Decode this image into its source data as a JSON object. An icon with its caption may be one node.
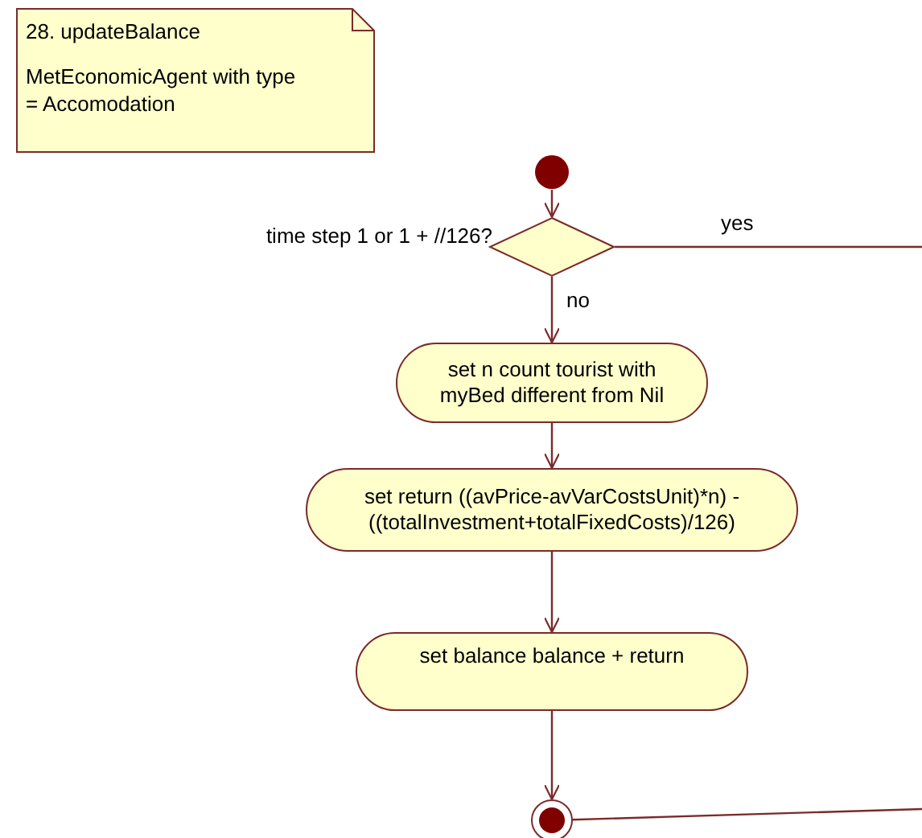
{
  "diagram": {
    "nodes": [
      {
        "text": [
          "28. updateBalance",
          "MetEconomicAgent with type = Accomodation"
        ]
      },
      {
        "text": [],
        "shape": "circle"
      },
      {
        "text": [],
        "shape": "diamond",
        "beside": [
          "time step 1 or 1 + //126?"
        ]
      },
      {
        "text": [
          "set n count tourist with myBed different from Nil"
        ]
      },
      {
        "text": [
          "set return ((avPrice-avVarCostsUnit)*n) - ((totalInvestment+totalFixedCosts)/126)"
        ]
      },
      {
        "text": [
          "set balance balance + return"
        ]
      },
      {
        "text": [],
        "shape": "circle"
      }
    ],
    "edges": [
      {
        "from": 1,
        "to": 2,
        "arrow": "to"
      },
      {
        "from": 2,
        "to": 3,
        "arrow": "to",
        "label": "no"
      },
      {
        "from": 3,
        "to": 4,
        "arrow": "to"
      },
      {
        "from": 4,
        "to": 5,
        "arrow": "to"
      },
      {
        "from": 5,
        "to": 6,
        "arrow": "to"
      },
      {
        "from": 2,
        "to": null,
        "arrow": "none",
        "label": "yes"
      },
      {
        "from": null,
        "to": 6,
        "arrow": "none"
      }
    ]
  }
}
